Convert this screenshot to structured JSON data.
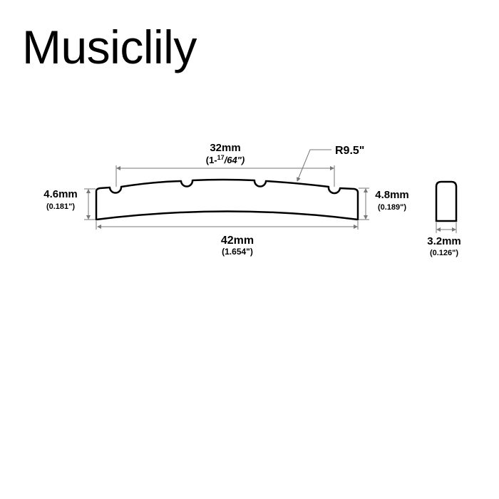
{
  "brand": "Musiclily",
  "diagram": {
    "slot_spacing": {
      "metric": "32mm",
      "imperial_whole": "(1-",
      "imperial_num": "17",
      "imperial_den": "/64\")"
    },
    "radius": "R9.5\"",
    "left_height": {
      "metric": "4.6mm",
      "imperial": "(0.181\")"
    },
    "right_height": {
      "metric": "4.8mm",
      "imperial": "(0.189\")"
    },
    "length": {
      "metric": "42mm",
      "imperial": "(1.654\")"
    },
    "thickness": {
      "metric": "3.2mm",
      "imperial": "(0.126\")"
    }
  }
}
